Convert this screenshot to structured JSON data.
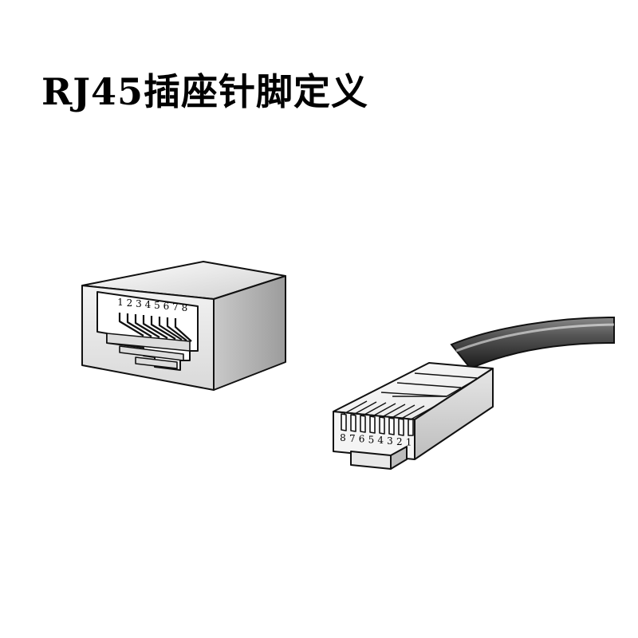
{
  "title": "RJ45插座针脚定义",
  "jack": {
    "pin_numbers": [
      "1",
      "2",
      "3",
      "4",
      "5",
      "6",
      "7",
      "8"
    ]
  },
  "plug": {
    "pin_numbers": [
      "8",
      "7",
      "6",
      "5",
      "4",
      "3",
      "2",
      "1"
    ]
  },
  "colors": {
    "outline": "#111111",
    "face_light": "#f4f4f4",
    "face_mid": "#d6d6d6",
    "face_dark": "#a9a9a9",
    "cable": "#4a4a4a"
  }
}
